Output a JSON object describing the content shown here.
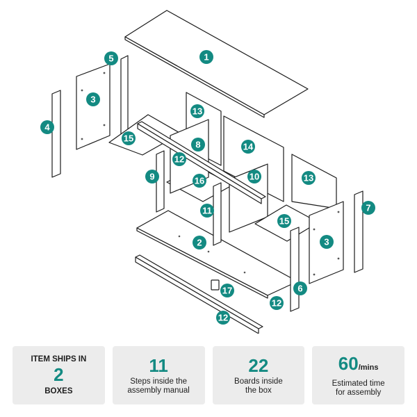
{
  "diagram": {
    "part_numbers": [
      "1",
      "2",
      "3",
      "3",
      "4",
      "5",
      "6",
      "7",
      "8",
      "9",
      "10",
      "11",
      "12",
      "12",
      "12",
      "13",
      "13",
      "14",
      "15",
      "15",
      "16",
      "17"
    ]
  },
  "stats": [
    {
      "pre": "ITEM SHIPS IN",
      "value": "2",
      "unit": "",
      "post": "BOXES",
      "caption": ""
    },
    {
      "pre": "",
      "value": "11",
      "unit": "",
      "post": "",
      "caption": "Steps inside the\nassembly manual"
    },
    {
      "pre": "",
      "value": "22",
      "unit": "",
      "post": "",
      "caption": "Boards inside\nthe box"
    },
    {
      "pre": "",
      "value": "60",
      "unit": "/mins",
      "post": "",
      "caption": "Estimated time\nfor assembly"
    }
  ],
  "colors": {
    "accent": "#138a82",
    "panel": "#ececec"
  }
}
